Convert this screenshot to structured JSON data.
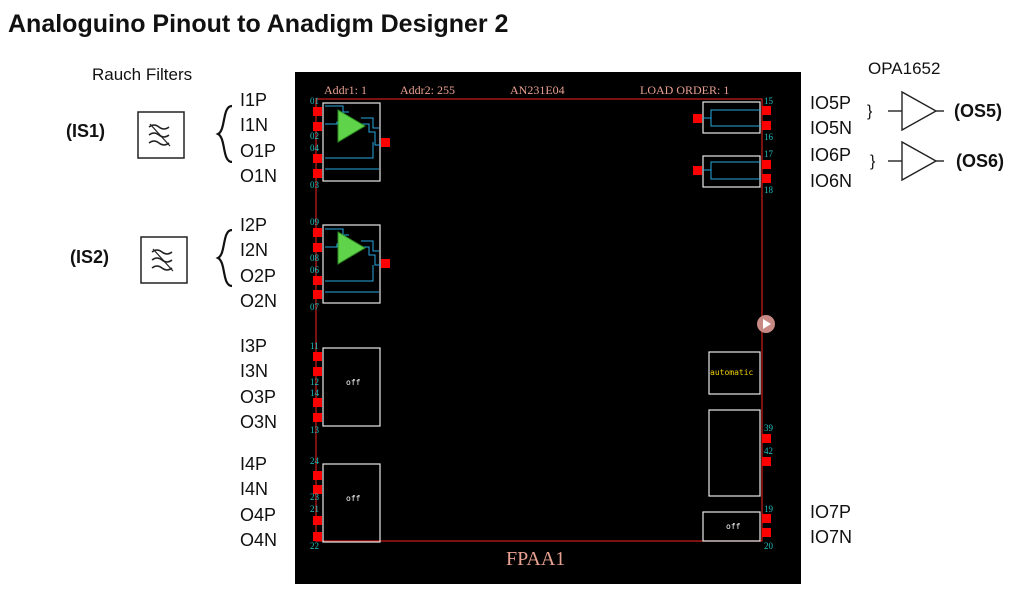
{
  "title": "Analoguino Pinout to Anadigm Designer 2",
  "left": {
    "rauch_label": "Rauch Filters",
    "is1": "(IS1)",
    "is2": "(IS2)",
    "filter_icon": "lowpass-filter-icon"
  },
  "pins_left": {
    "g1": [
      "I1P",
      "I1N",
      "O1P",
      "O1N"
    ],
    "g2": [
      "I2P",
      "I2N",
      "O2P",
      "O2N"
    ],
    "g3": [
      "I3P",
      "I3N",
      "O3P",
      "O3N"
    ],
    "g4": [
      "I4P",
      "I4N",
      "O4P",
      "O4N"
    ]
  },
  "pins_right": {
    "g5": [
      "IO5P",
      "IO5N"
    ],
    "g6": [
      "IO6P",
      "IO6N"
    ],
    "g7": [
      "IO7P",
      "IO7N"
    ]
  },
  "right": {
    "opa_label": "OPA1652",
    "os5": "(OS5)",
    "os6": "(OS6)",
    "brace_small": "}"
  },
  "fpaa": {
    "addr1": "Addr1: 1",
    "addr2": "Addr2: 255",
    "part": "AN231E04",
    "load_order": "LOAD ORDER: 1",
    "name": "FPAA1",
    "off_label": "off",
    "auto_label": "automatic",
    "left_pin_numbers": [
      "01",
      "02",
      "04",
      "03",
      "09",
      "08",
      "06",
      "07",
      "11",
      "12",
      "14",
      "13",
      "24",
      "23",
      "21",
      "22"
    ],
    "right_pin_numbers": [
      "15",
      "16",
      "17",
      "18",
      "39",
      "42",
      "19",
      "20"
    ]
  },
  "colors": {
    "fpaa_bg": "#000000",
    "pin_red": "#ff0000",
    "pin_num_cyan": "#20c0c0",
    "wire_cyan": "#29a9e0",
    "amp_green": "#5fd34a",
    "header_text": "#e8a090"
  }
}
